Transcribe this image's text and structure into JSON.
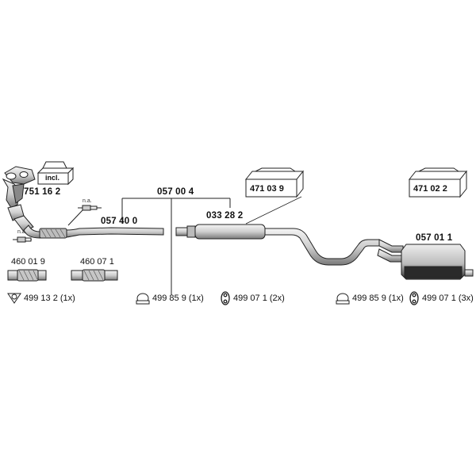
{
  "parts": {
    "manifold": "751 16 2",
    "manifold_pkg_note": "incl.",
    "front_pipe": "057 40 0",
    "pipe_group": "057 00 4",
    "center_silencer": "033 28 2",
    "rear_silencer": "057 01 1",
    "kit_center": "471 03 9",
    "kit_rear": "471 02 2",
    "sensor_note_1": "n.a.",
    "sensor_note_2": "n.a.",
    "flex_1": "460 01 9",
    "flex_2": "460 07 1"
  },
  "accessories": [
    {
      "icon": "gasket-icon",
      "text": "499 13 2 (1x)"
    },
    {
      "icon": "clamp-icon",
      "text": "499 85 9 (1x)"
    },
    {
      "icon": "rubber-hanger-icon",
      "text": "499 07 1 (2x)"
    },
    {
      "icon": "clamp-icon",
      "text": "499 85 9 (1x)"
    },
    {
      "icon": "rubber-hanger-icon",
      "text": "499 07 1 (3x)"
    }
  ]
}
